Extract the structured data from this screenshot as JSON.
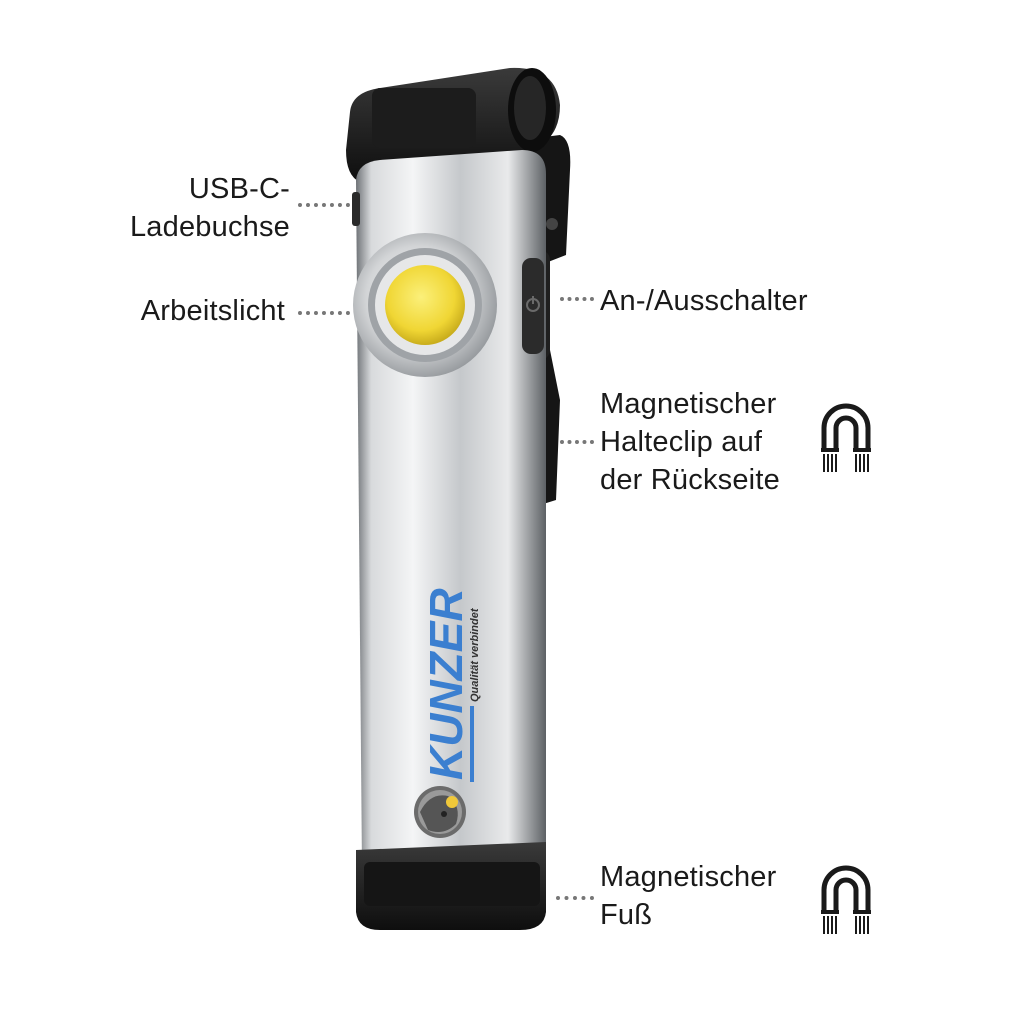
{
  "labels": {
    "usb_c": [
      "USB-C-",
      "Ladebuchse"
    ],
    "work_light": "Arbeitslicht",
    "switch": "An-/Ausschalter",
    "clip": [
      "Magnetischer",
      "Halteclip auf",
      "der Rückseite"
    ],
    "foot": [
      "Magnetischer",
      "Fuß"
    ]
  },
  "brand": {
    "name": "KUNZER",
    "slogan": "Qualität verbindet"
  },
  "icons": {
    "clip_magnet": "magnet-icon",
    "foot_magnet": "magnet-icon"
  },
  "colors": {
    "brand_blue": "#3b7fd0",
    "led_yellow": "#f2dc3c",
    "housing": "#b9bcc0",
    "caps": "#1b1b1b"
  }
}
